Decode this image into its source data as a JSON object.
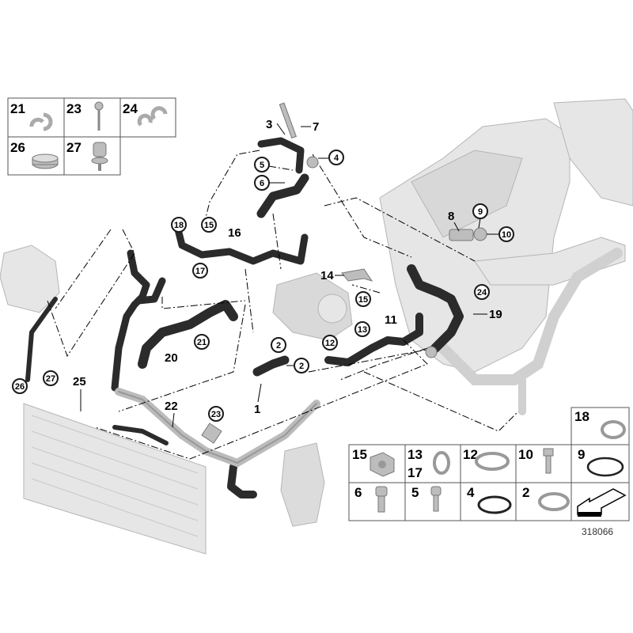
{
  "diagram_number": "318066",
  "callouts": {
    "c1": "1",
    "c2a": "2",
    "c2b": "2",
    "c3": "3",
    "c4": "4",
    "c5": "5",
    "c6": "6",
    "c7": "7",
    "c8": "8",
    "c9": "9",
    "c10": "10",
    "c11": "11",
    "c12": "12",
    "c13": "13",
    "c14": "14",
    "c15a": "15",
    "c15b": "15",
    "c16": "16",
    "c17": "17",
    "c18": "18",
    "c19": "19",
    "c20": "20",
    "c21": "21",
    "c22": "22",
    "c23": "23",
    "c24": "24",
    "c25": "25",
    "c26": "26",
    "c27": "27"
  },
  "legend_top_left": [
    "21",
    "23",
    "24",
    "26",
    "27"
  ],
  "legend_bottom_right": {
    "top": "18",
    "row1": [
      "15",
      "13",
      "12",
      "10",
      "9"
    ],
    "row1_extra": "17",
    "row2": [
      "6",
      "5",
      "4",
      "2"
    ]
  }
}
